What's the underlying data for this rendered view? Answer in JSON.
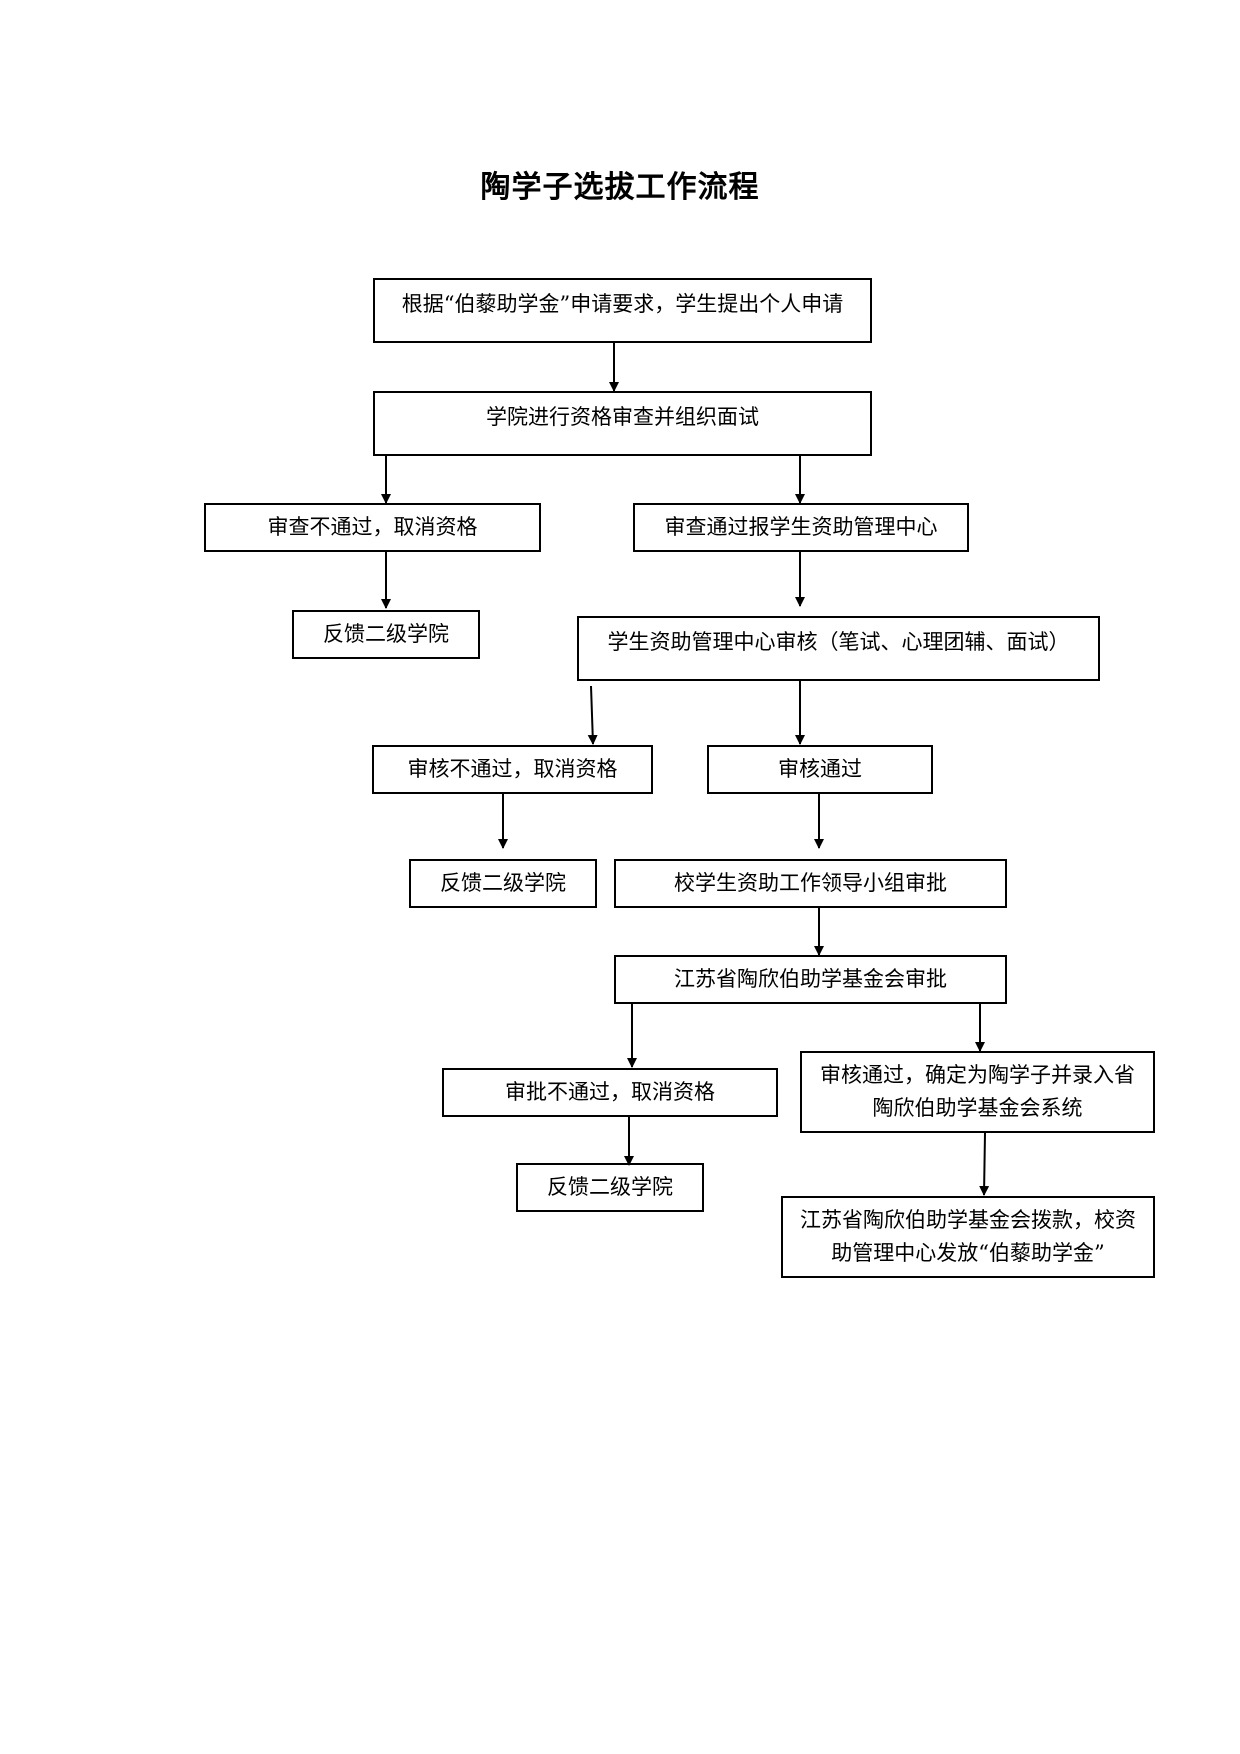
{
  "title": "陶学子选拔工作流程",
  "nodes": {
    "apply": "根据“伯藜助学金”申请要求，学生提出个人申请",
    "college_review": "学院进行资格审查并组织面试",
    "college_fail": "审查不通过，取消资格",
    "college_pass": "审查通过报学生资助管理中心",
    "feedback_1": "反馈二级学院",
    "center_review": "学生资助管理中心审核（笔试、心理团辅、面试）",
    "center_fail": "审核不通过，取消资格",
    "center_pass": "审核通过",
    "feedback_2": "反馈二级学院",
    "school_approval": "校学生资助工作领导小组审批",
    "foundation_approval": "江苏省陶欣伯助学基金会审批",
    "foundation_fail": "审批不通过，取消资格",
    "foundation_pass_line1": "审核通过，确定为陶学子并录入省",
    "foundation_pass_line2": "陶欣伯助学基金会系统",
    "feedback_3": "反馈二级学院",
    "payout_line1": "江苏省陶欣伯助学基金会拨款，校资",
    "payout_line2": "助管理中心发放“伯藜助学金”"
  }
}
